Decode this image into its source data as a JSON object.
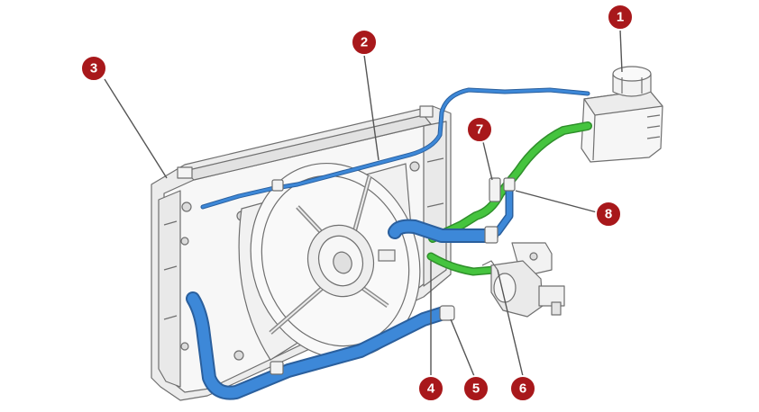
{
  "colors": {
    "callout_fill": "#a8181b",
    "callout_stroke": "#ffffff",
    "outline": "#6f6f6f",
    "body_fill": "#f4f4f4",
    "hose_blue": "#3d88d8",
    "hose_green": "#45c43e",
    "leader": "#555555"
  },
  "callouts": [
    {
      "id": "1",
      "label": "1"
    },
    {
      "id": "2",
      "label": "2"
    },
    {
      "id": "3",
      "label": "3"
    },
    {
      "id": "4",
      "label": "4"
    },
    {
      "id": "5",
      "label": "5"
    },
    {
      "id": "6",
      "label": "6"
    },
    {
      "id": "7",
      "label": "7"
    },
    {
      "id": "8",
      "label": "8"
    }
  ]
}
